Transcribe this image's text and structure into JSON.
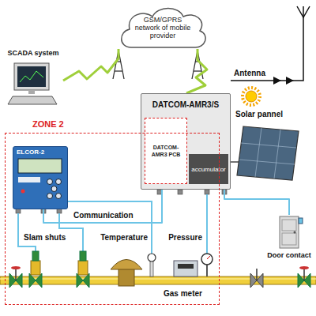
{
  "diagram": {
    "nodes": [
      {
        "text": [
          "SCADA system"
        ]
      },
      {
        "text": [
          "GSM/GPRS network of mobile provider"
        ]
      },
      {
        "text": [
          "DATCOM-AMR3/S"
        ]
      },
      {
        "text": [
          "DATCOM-AMR3 PCB"
        ],
        "in": 2
      },
      {
        "text": [
          "accumulator"
        ],
        "in": 2
      },
      {
        "text": [
          "ZONE 2"
        ]
      },
      {
        "text": [
          "ELCOR-2"
        ],
        "in": 5
      },
      {
        "text": [
          "Door contact"
        ]
      }
    ],
    "edges": [
      {
        "from": 0,
        "to": 1,
        "arrow": "none"
      },
      {
        "from": 1,
        "to": 2,
        "arrow": "none"
      },
      {
        "from": 6,
        "to": 2,
        "label": "Communication",
        "arrow": "none"
      },
      {
        "from": 2,
        "to": 7,
        "arrow": "none"
      }
    ],
    "labels": [
      "Antenna",
      "Solar pannel",
      "Slam shuts",
      "Temperature",
      "Pressure",
      "Gas meter"
    ]
  }
}
